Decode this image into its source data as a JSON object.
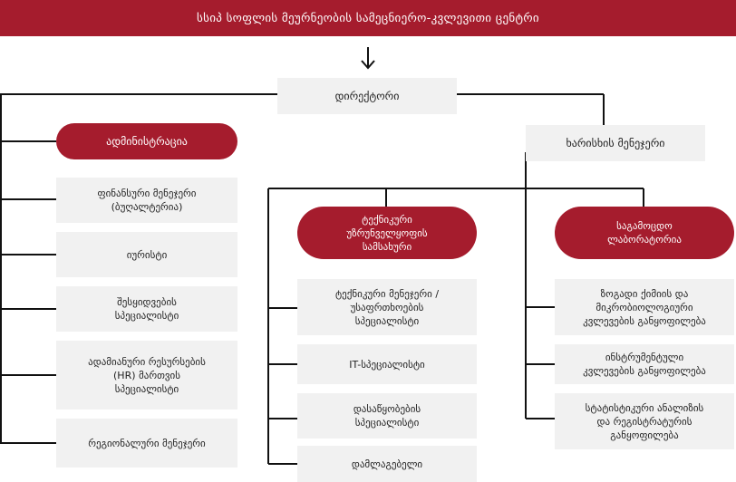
{
  "header": {
    "title": "სსიპ სოფლის მეურნეობის სამეცნიერო-კვლევითი ცენტრი"
  },
  "director": {
    "label": "დირექტორი"
  },
  "quality_manager": {
    "label": "ხარისხის მენეჯერი"
  },
  "administration": {
    "label": "ადმინისტრაცია",
    "items": [
      "ფინანსური მენეჯერი\n(ბუღალტერია)",
      "იურისტი",
      "შესყიდვების\nსპეციალისტი",
      "ადამიანური რესურსების\n(HR) მართვის\nსპეციალისტი",
      "რეგიონალური მენეჯერი"
    ]
  },
  "technical": {
    "label": "ტექნიკური\nუზრუნველყოფის\nსამსახური",
    "items": [
      "ტექნიკური მენეჯერი /\nუსაფრთხოების\nსპეციალისტი",
      "IT-სპეციალისტი",
      "დასაწყობების\nსპეციალისტი",
      "დამლაგებელი"
    ]
  },
  "laboratory": {
    "label": "საგამოცდო\nლაბორატორია",
    "items": [
      "ზოგადი ქიმიის და\nმიკრობიოლოგიური\nკვლევების განყოფილება",
      "ინსტრუმენტული\nკვლევების განყოფილება",
      "სტატისტიკური ანალიზის\nდა რეგისტრატურის\nგანყოფილება"
    ]
  }
}
